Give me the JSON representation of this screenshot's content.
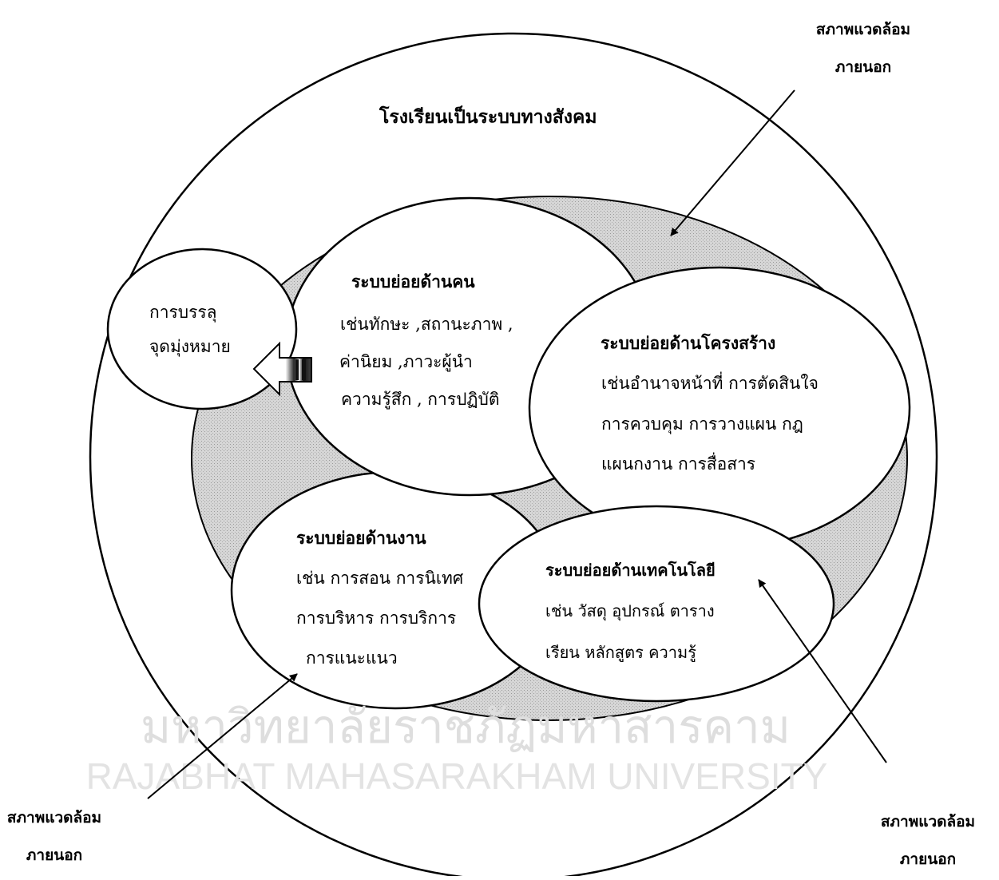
{
  "diagram": {
    "outer_title": "โรงเรียนเป็นระบบทางสังคม",
    "environment_label": {
      "line1": "สภาพแวดล้อม",
      "line2": "ภายนอก"
    },
    "goal": {
      "line1": "การบรรลุ",
      "line2": "จุดมุ่งหมาย"
    },
    "people": {
      "title": "ระบบย่อยด้านคน",
      "lines": [
        "เช่นทักษะ ,สถานะภาพ ,",
        "ค่านิยม ,ภาวะผู้นำ",
        "ความรู้สึก , การปฏิบัติ"
      ]
    },
    "structure": {
      "title": "ระบบย่อยด้านโครงสร้าง",
      "lines": [
        "เช่นอำนาจหน้าที่ การตัดสินใจ",
        "การควบคุม การวางแผน กฎ",
        "แผนกงาน การสื่อสาร"
      ]
    },
    "work": {
      "title": "ระบบย่อยด้านงาน",
      "lines": [
        "เช่น การสอน การนิเทศ",
        "การบริหาร  การบริการ",
        "การแนะแนว"
      ]
    },
    "technology": {
      "title": "ระบบย่อยด้านเทคโนโลยี",
      "lines": [
        "เช่น วัสดุ อุปกรณ์ ตาราง",
        "เรียน  หลักสูตร ความรู้"
      ]
    }
  },
  "watermark": {
    "thai": "มหาวิทยาลัยราชภัฏมหาสารคาม",
    "english": "RAJABHAT MAHASARAKHAM UNIVERSITY"
  },
  "colors": {
    "ring_fill": "#d4d4d4",
    "stroke": "#000000",
    "watermark": "#e0e0e0"
  }
}
